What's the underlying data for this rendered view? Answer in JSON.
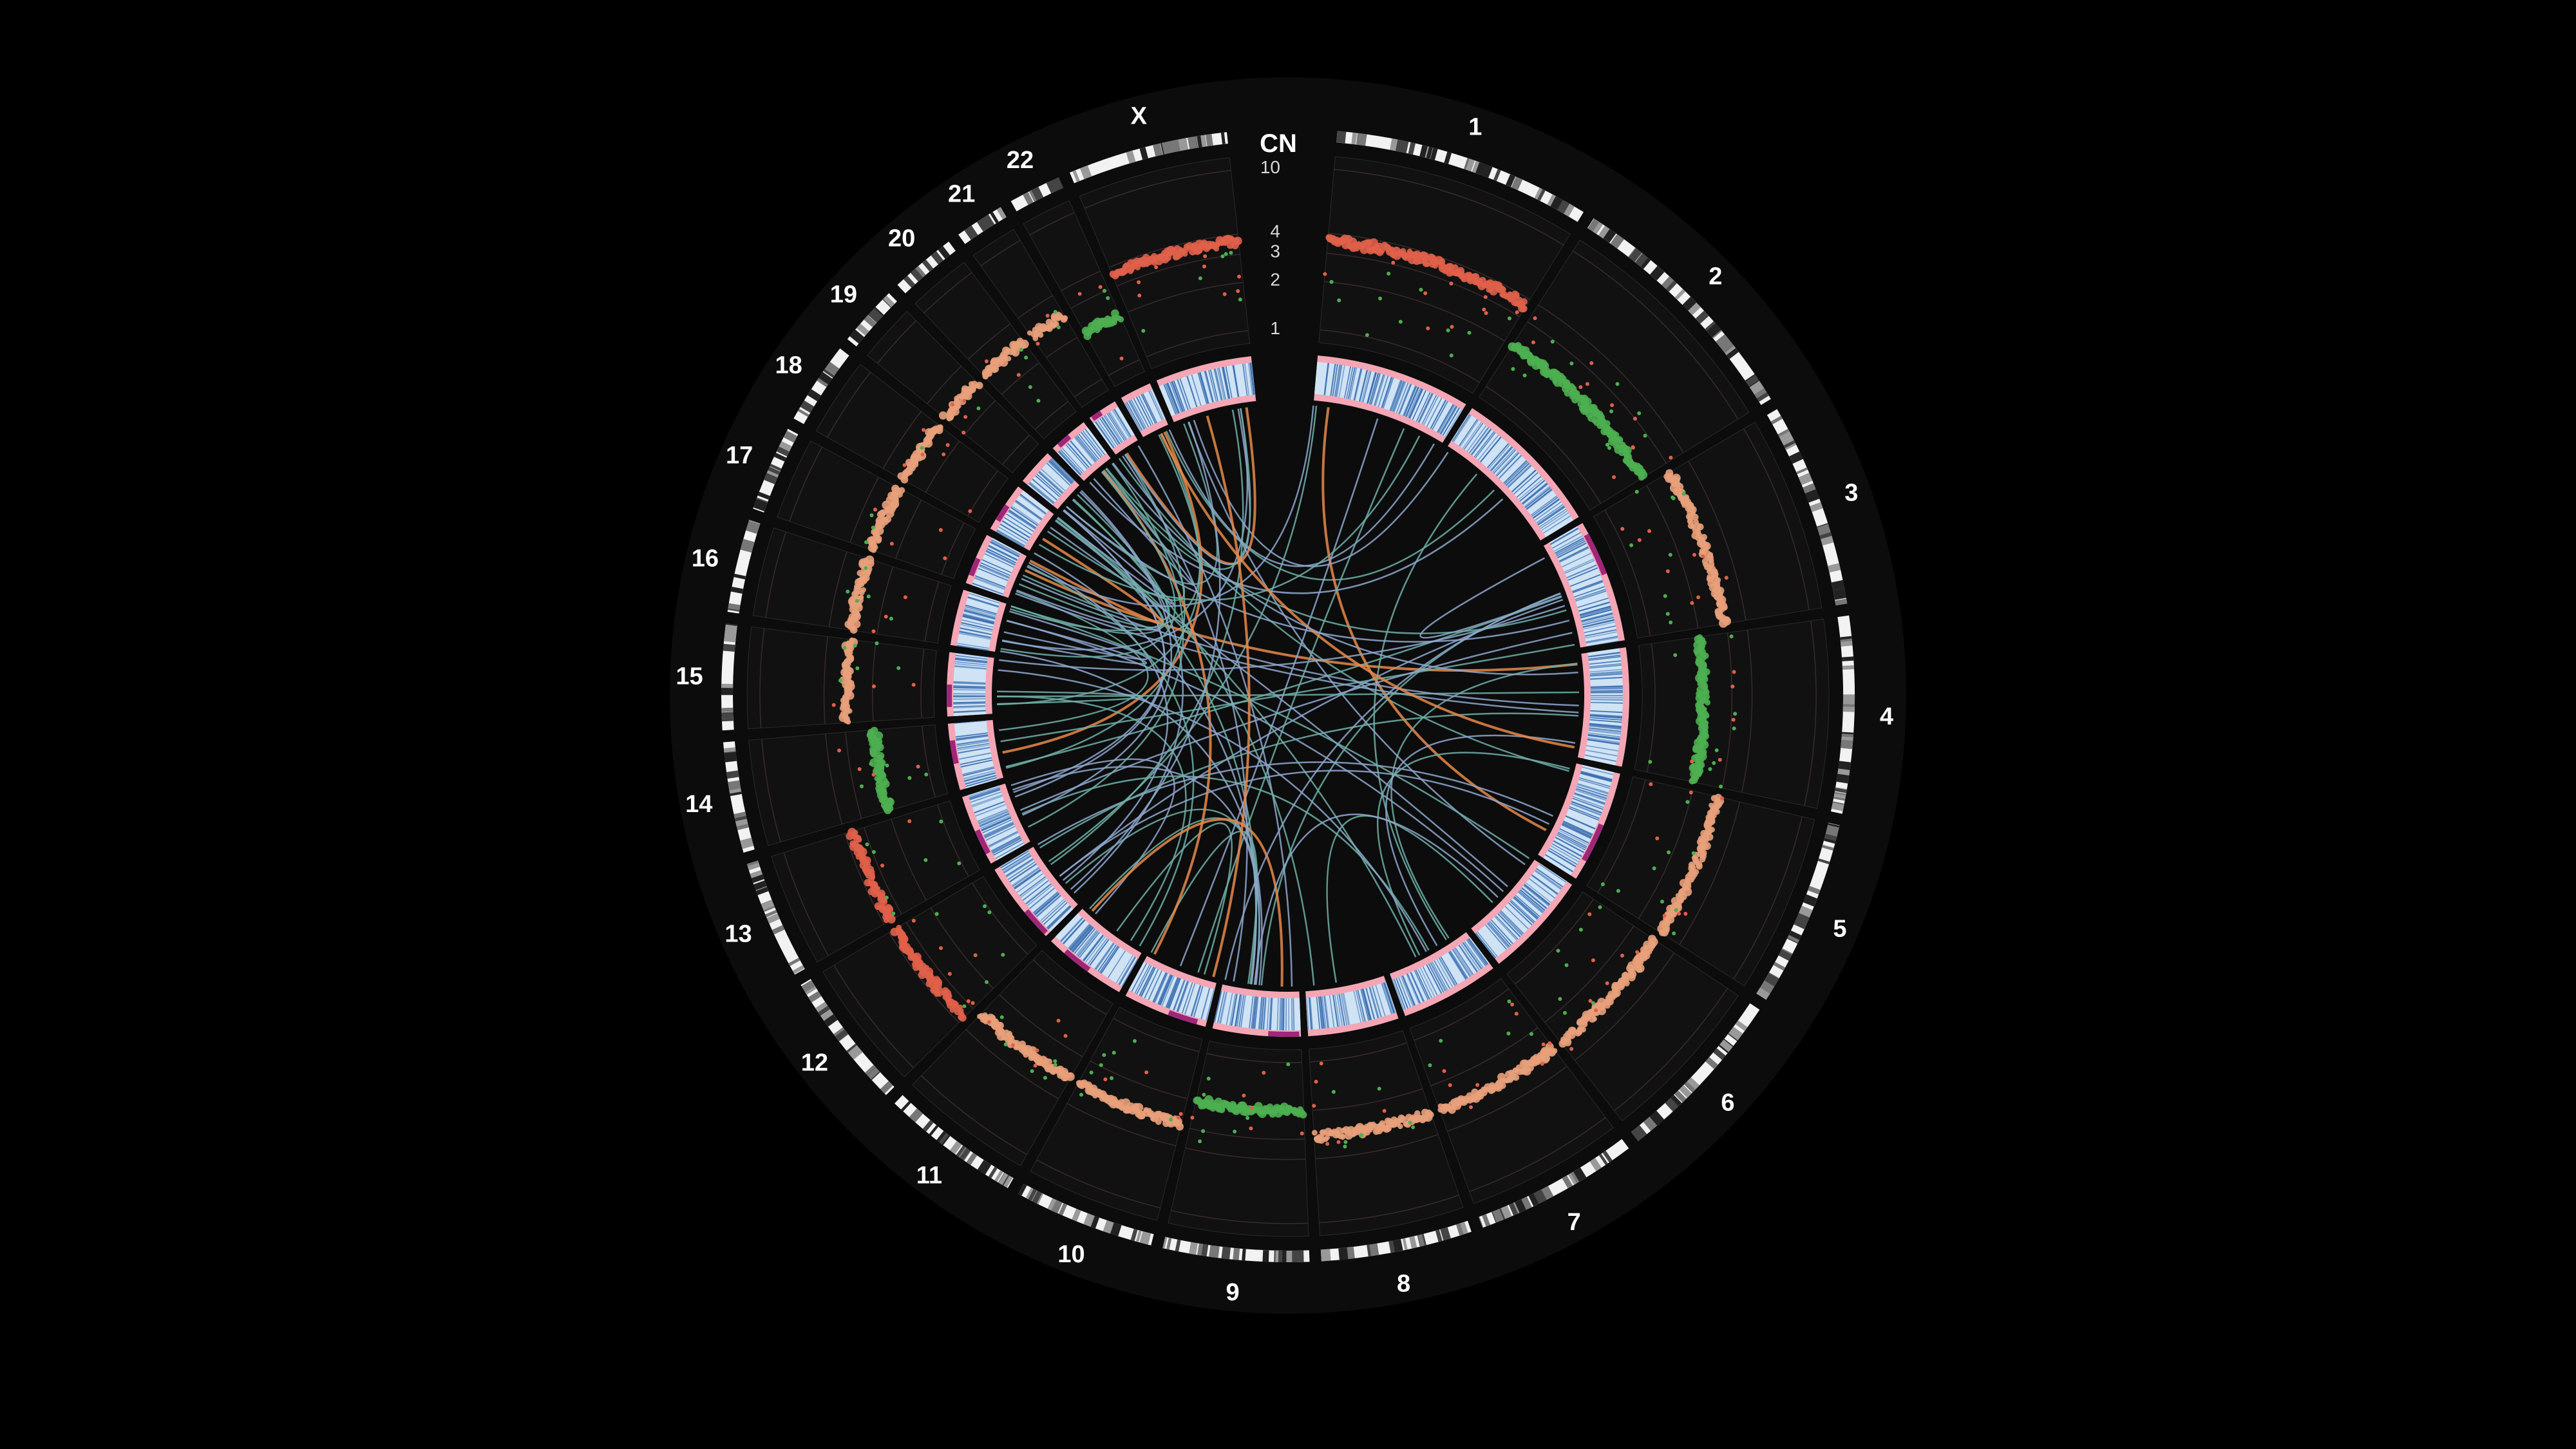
{
  "circos": {
    "chromosomes": [
      "1",
      "2",
      "3",
      "4",
      "5",
      "6",
      "7",
      "8",
      "9",
      "10",
      "11",
      "12",
      "13",
      "14",
      "15",
      "16",
      "17",
      "18",
      "19",
      "20",
      "21",
      "22",
      "X"
    ],
    "copy_number": {
      "title": "CN",
      "ticks": [
        {
          "label": "10",
          "value": 10
        },
        {
          "label": "4",
          "value": 4
        },
        {
          "label": "3",
          "value": 3
        },
        {
          "label": "2",
          "value": 2
        },
        {
          "label": "1",
          "value": 1
        }
      ]
    }
  },
  "chart_data": {
    "type": "circos",
    "gain_color": "#e8a07a",
    "amplification_color": "#e0604a",
    "loss_color": "#4caf50",
    "link_colors": [
      "#8fa8d0",
      "#6fb0a8",
      "#e8894a"
    ],
    "heat_colors": [
      "#cfe3f5",
      "#3b6fb0",
      "#f4a6b5",
      "#a0267a"
    ]
  }
}
